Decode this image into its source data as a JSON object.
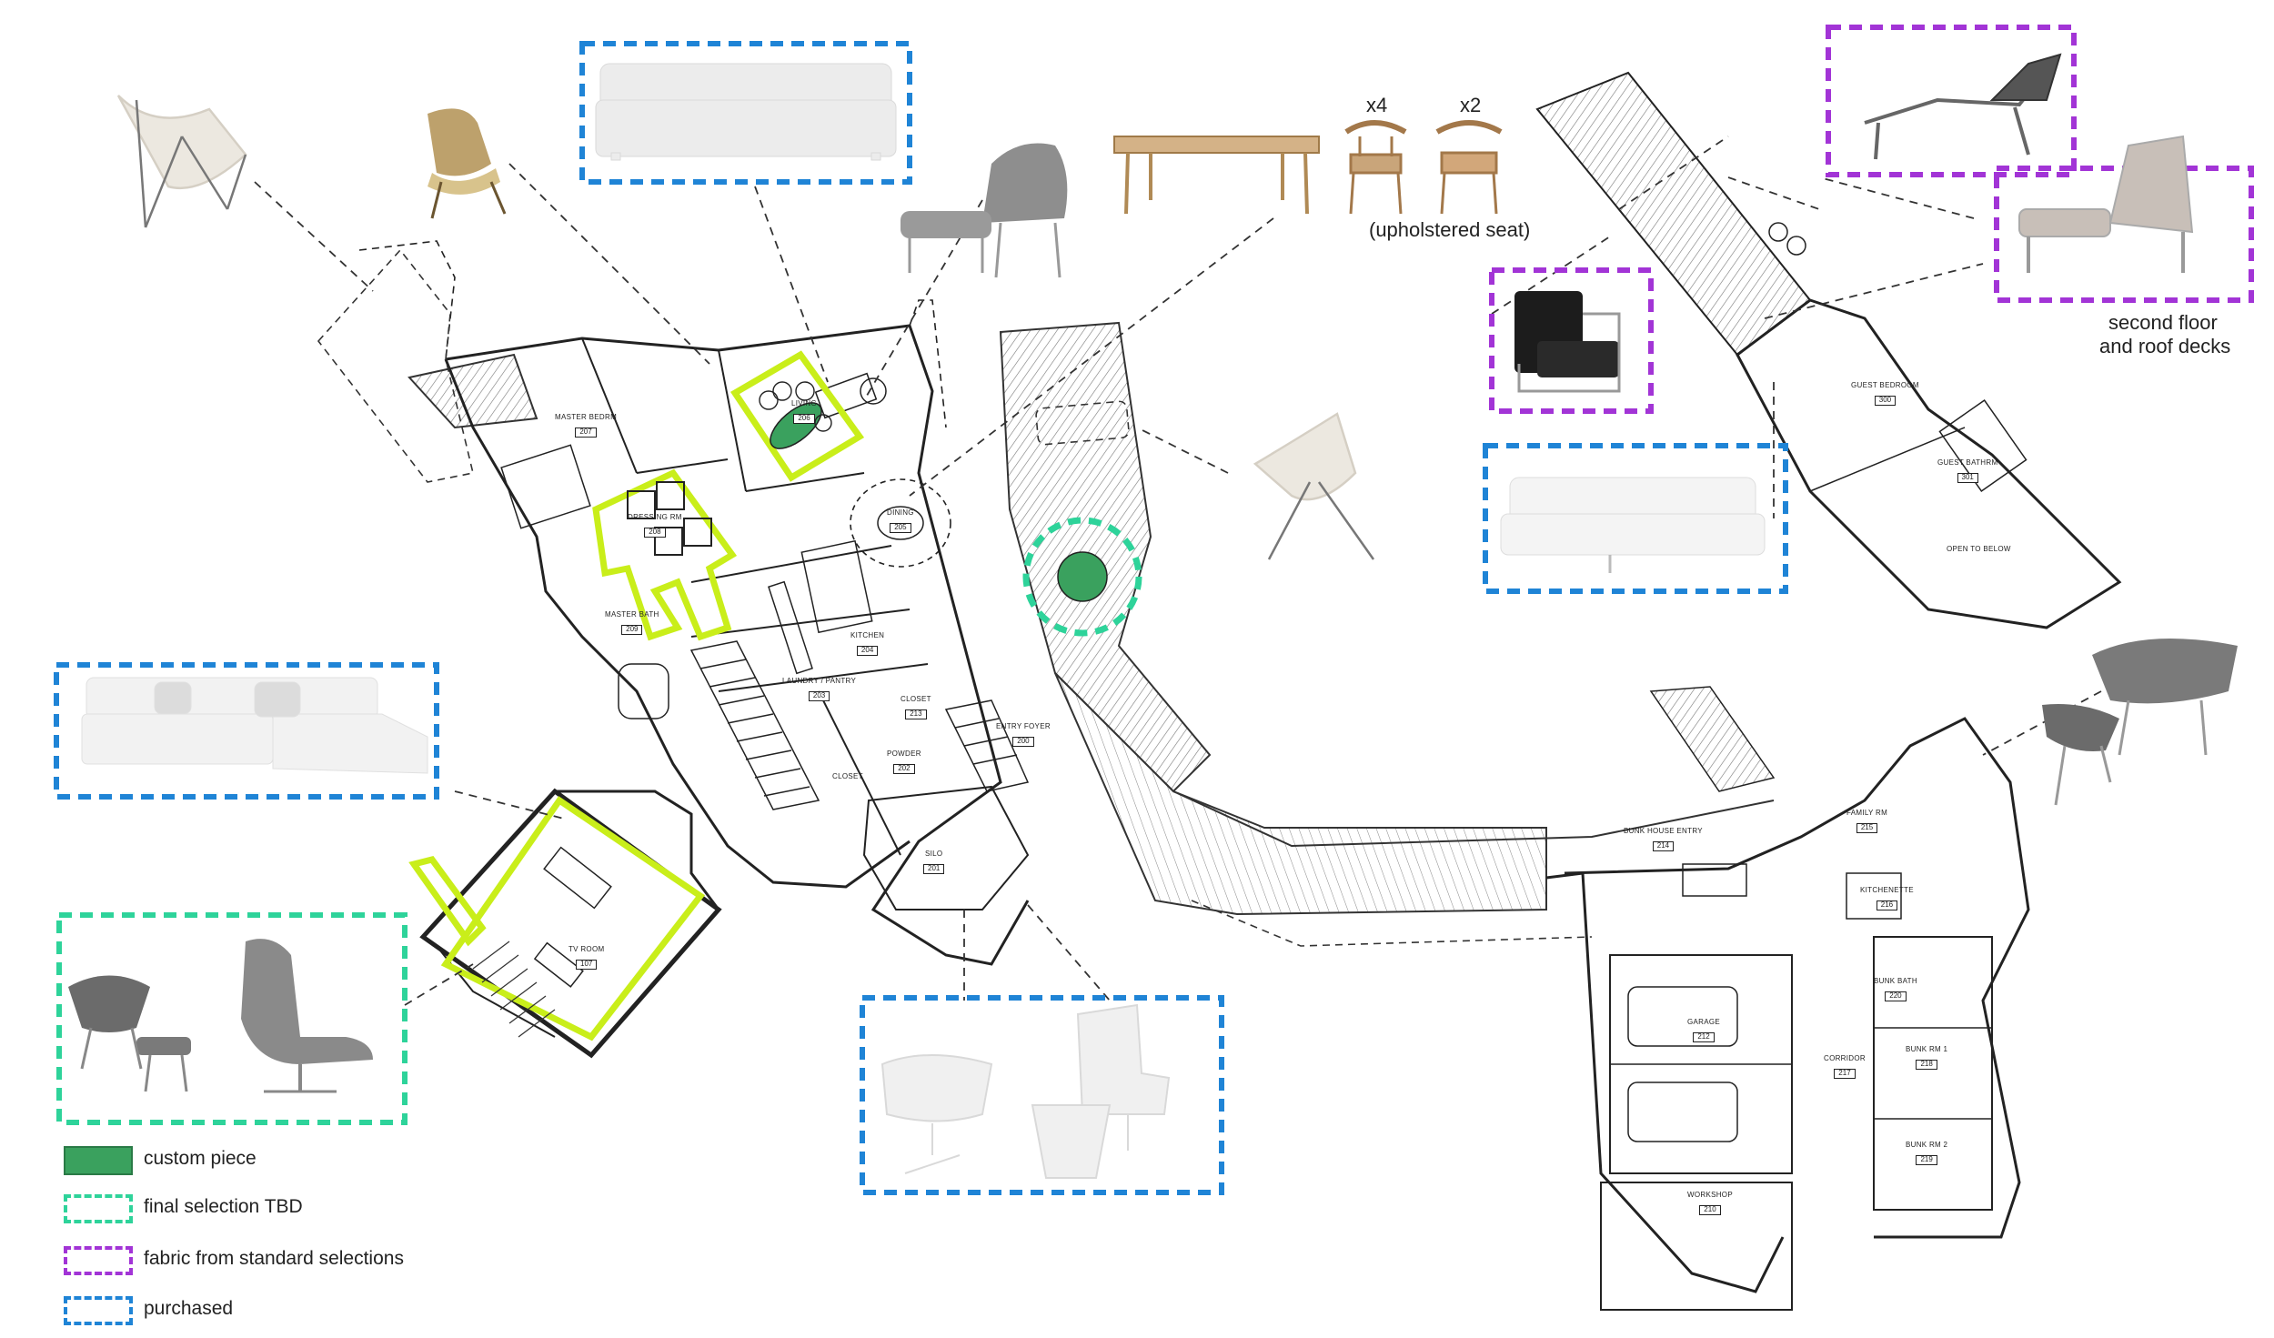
{
  "annotations": {
    "chairs_x4": "x4",
    "chairs_x2": "x2",
    "upholstered_seat": "(upholstered seat)",
    "second_floor": "second floor",
    "roof_decks": "and roof decks"
  },
  "rooms": {
    "master_bedroom": {
      "name": "MASTER BEDRM",
      "num": "207"
    },
    "living": {
      "name": "LIVING",
      "num": "206"
    },
    "dining": {
      "name": "DINING",
      "num": "205"
    },
    "dressing": {
      "name": "DRESSING RM",
      "num": "208"
    },
    "master_bath": {
      "name": "MASTER BATH",
      "num": "209"
    },
    "kitchen": {
      "name": "KITCHEN",
      "num": "204"
    },
    "laundry": {
      "name": "LAUNDRY / PANTRY",
      "num": "203"
    },
    "closet_upper": {
      "name": "CLOSET",
      "num": "213"
    },
    "powder": {
      "name": "POWDER",
      "num": "202"
    },
    "closet_lower": {
      "name": "CLOSET",
      "num": ""
    },
    "entry_foyer": {
      "name": "ENTRY FOYER",
      "num": "200"
    },
    "silo": {
      "name": "SILO",
      "num": "201"
    },
    "tv_room": {
      "name": "TV ROOM",
      "num": "107"
    },
    "guest_bedroom": {
      "name": "GUEST BEDROOM",
      "num": "300"
    },
    "guest_bathroom": {
      "name": "GUEST BATHRM",
      "num": "301"
    },
    "open_to_below": {
      "name": "OPEN TO BELOW",
      "num": ""
    },
    "bunk_house_entry": {
      "name": "BUNK HOUSE ENTRY",
      "num": "214"
    },
    "family_rm": {
      "name": "FAMILY RM",
      "num": "215"
    },
    "kitchenette": {
      "name": "KITCHENETTE",
      "num": "216"
    },
    "bunk_bath": {
      "name": "BUNK BATH",
      "num": "220"
    },
    "garage": {
      "name": "GARAGE",
      "num": "212"
    },
    "corridor": {
      "name": "CORRIDOR",
      "num": "217"
    },
    "bunk_rm_1": {
      "name": "BUNK RM 1",
      "num": "218"
    },
    "bunk_rm_2": {
      "name": "BUNK RM 2",
      "num": "219"
    },
    "workshop": {
      "name": "WORKSHOP",
      "num": "210"
    }
  },
  "legend": [
    {
      "label": "custom piece",
      "style": "filled",
      "color": "#3aa15e"
    },
    {
      "label": "final selection TBD",
      "style": "dashed",
      "color": "#2ed39a"
    },
    {
      "label": "fabric from standard selections",
      "style": "dashed",
      "color": "#a234d6"
    },
    {
      "label": "purchased",
      "style": "dashed",
      "color": "#1f84d6"
    }
  ],
  "colors": {
    "custom": "#3aa15e",
    "tbd": "#2ed39a",
    "fabric": "#a234d6",
    "purchased": "#1f84d6",
    "highlight": "#c9ee1a",
    "line": "#222222"
  }
}
